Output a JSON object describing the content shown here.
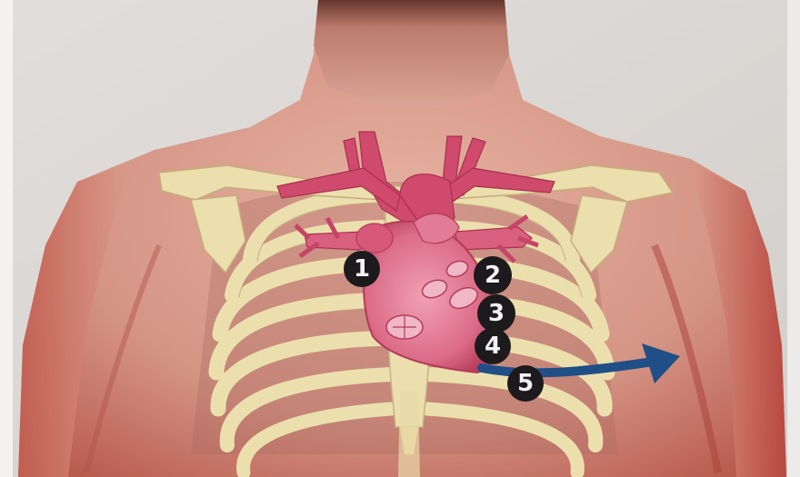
{
  "figure": {
    "subject": "chest-anatomy-illustration",
    "markers": [
      {
        "label": "1",
        "color": "#1c1a1c"
      },
      {
        "label": "2",
        "color": "#1c1a1c"
      },
      {
        "label": "3",
        "color": "#1c1a1c"
      },
      {
        "label": "4",
        "color": "#1c1a1c"
      },
      {
        "label": "5",
        "color": "#1c1a1c"
      }
    ],
    "colors": {
      "background": "#dcd8d6",
      "skin": "#d69a8c",
      "skin_shadow": "#c0584e",
      "bone": "#ecdfae",
      "heart": "#d9607e",
      "vessels": "#cf4a6c",
      "arrow": "#1f4f86"
    }
  }
}
